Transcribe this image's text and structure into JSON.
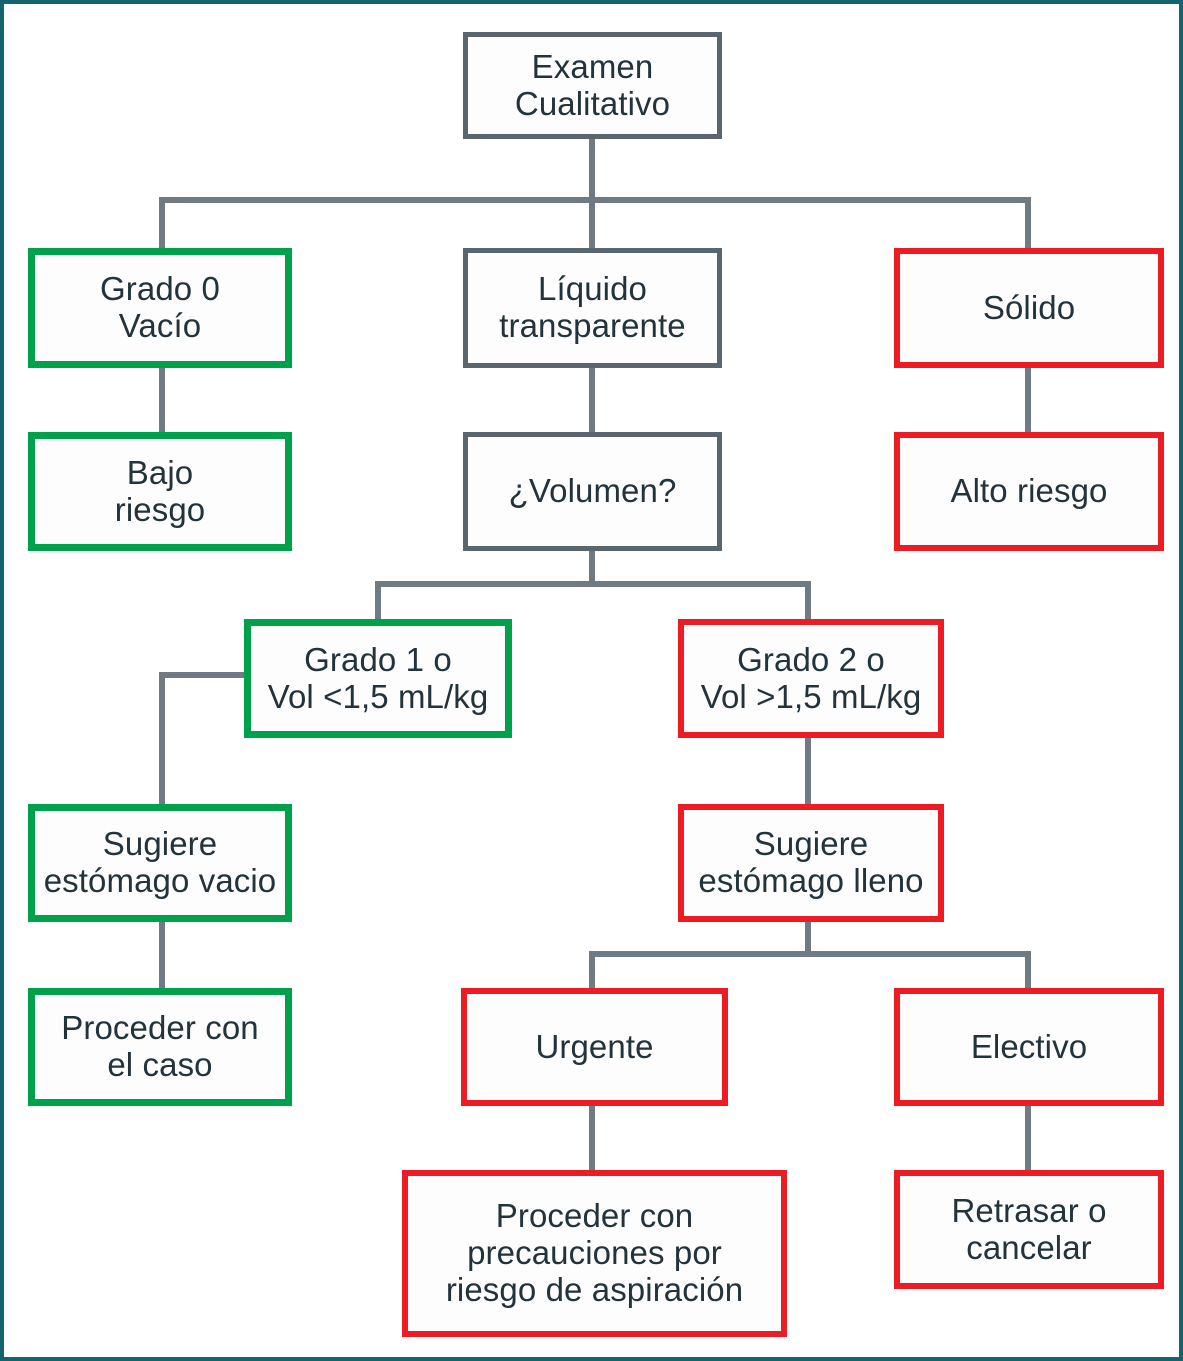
{
  "diagram": {
    "title": "Examen Cualitativo - algoritmo de riesgo de aspiracion",
    "colors": {
      "grey_border": "#5a666e",
      "green_border": "#00a14b",
      "red_border": "#ed1c24",
      "connector": "#6f7a82",
      "text": "#22333c",
      "page_border": "#15636f",
      "background": "#ffffff"
    },
    "nodes": {
      "examen": "Examen\nCualitativo",
      "grado0": "Grado 0\nVacío",
      "bajo_riesgo": "Bajo\nriesgo",
      "liquido": "Líquido\ntransparente",
      "volumen": "¿Volumen?",
      "solido": "Sólido",
      "alto_riesgo": "Alto riesgo",
      "grado1": "Grado 1 o\nVol <1,5 mL/kg",
      "grado2": "Grado 2 o\nVol >1,5 mL/kg",
      "estomago_vacio": "Sugiere\nestómago vacio",
      "estomago_lleno": "Sugiere\nestómago lleno",
      "proceder_caso": "Proceder con\nel caso",
      "urgente": "Urgente",
      "electivo": "Electivo",
      "proceder_precauciones": "Proceder con\nprecauciones por\nriesgo de aspiración",
      "retrasar": "Retrasar o\ncancelar"
    }
  }
}
